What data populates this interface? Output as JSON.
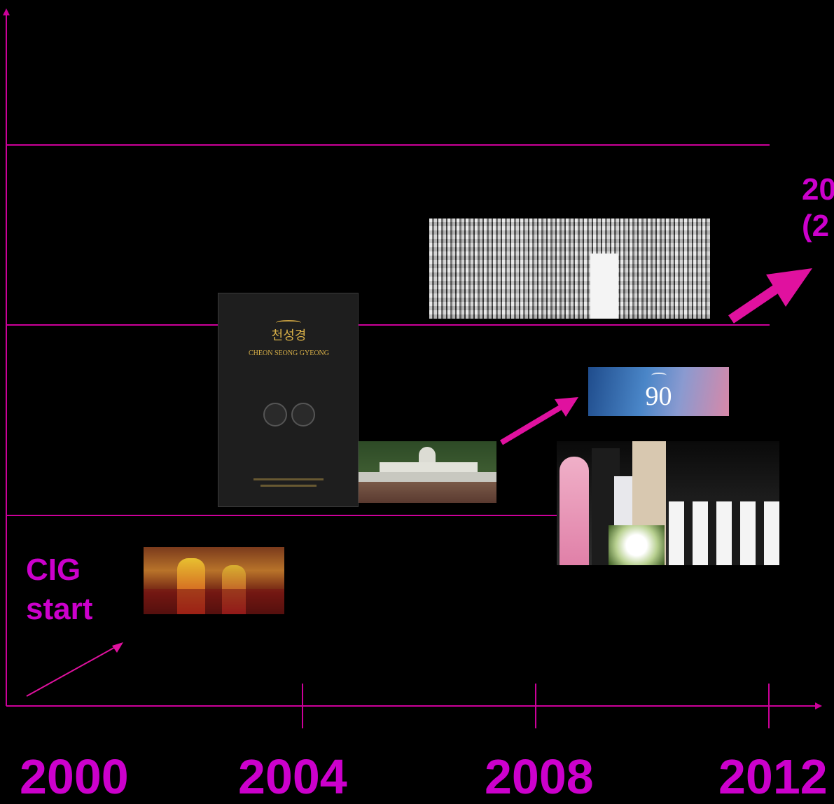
{
  "timeline": {
    "years": [
      "2000",
      "2004",
      "2008",
      "2012"
    ],
    "start_label_line1": "CIG",
    "start_label_line2": "start",
    "corner_line1": "20",
    "corner_line2": "(2"
  },
  "book": {
    "korean_title": "천성경",
    "english_title": "CHEON SEONG GYEONG",
    "subtitle_line1": "",
    "subtitle_line2": ""
  },
  "badge": {
    "number": "90"
  },
  "colors": {
    "background": "#000000",
    "accent": "#cc00cc",
    "line": "#cc0099",
    "arrow": "#e0119f"
  }
}
